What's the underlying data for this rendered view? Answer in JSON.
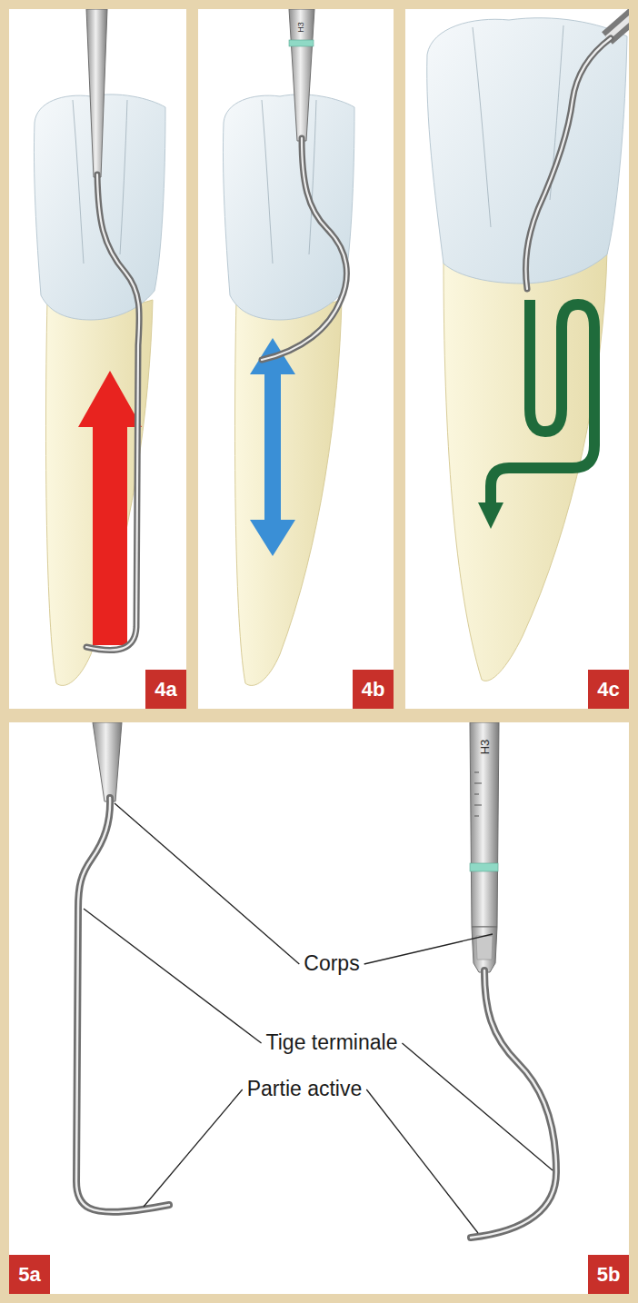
{
  "diagram": {
    "labels": [
      "4a",
      "4b",
      "4c",
      "Corps",
      "Tige terminale",
      "Partie active",
      "5a",
      "5b",
      "H3",
      "H3"
    ]
  }
}
